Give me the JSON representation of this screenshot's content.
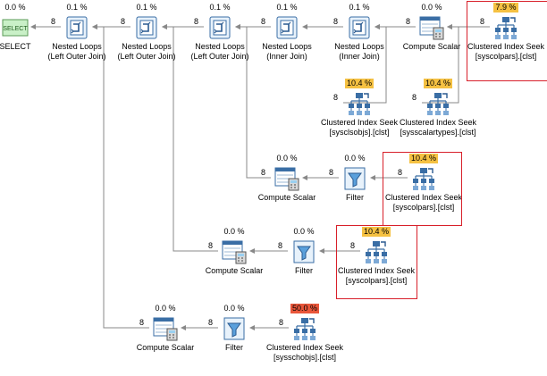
{
  "operators": {
    "select": {
      "cost": "0.0 %",
      "lines": [
        "SELECT"
      ],
      "icon": "select-icon"
    },
    "nl1": {
      "cost": "0.1 %",
      "lines": [
        "Nested Loops",
        "(Left Outer Join)"
      ],
      "icon": "nested-loops-icon"
    },
    "nl2": {
      "cost": "0.1 %",
      "lines": [
        "Nested Loops",
        "(Left Outer Join)"
      ],
      "icon": "nested-loops-icon"
    },
    "nl3": {
      "cost": "0.1 %",
      "lines": [
        "Nested Loops",
        "(Left Outer Join)"
      ],
      "icon": "nested-loops-icon"
    },
    "nl4": {
      "cost": "0.1 %",
      "lines": [
        "Nested Loops",
        "(Inner Join)"
      ],
      "icon": "nested-loops-icon"
    },
    "nl5": {
      "cost": "0.1 %",
      "lines": [
        "Nested Loops",
        "(Inner Join)"
      ],
      "icon": "nested-loops-icon"
    },
    "cs1": {
      "cost": "0.0 %",
      "lines": [
        "Compute Scalar"
      ],
      "icon": "compute-scalar-icon"
    },
    "cis1": {
      "cost": "7.9 %",
      "lines": [
        "Clustered Index Seek",
        "[syscolpars].[clst]"
      ],
      "icon": "clustered-index-seek-icon"
    },
    "cis2": {
      "cost": "10.4 %",
      "lines": [
        "Clustered Index Seek",
        "[sysclsobjs].[clst]"
      ],
      "icon": "clustered-index-seek-icon"
    },
    "cis3": {
      "cost": "10.4 %",
      "lines": [
        "Clustered Index Seek",
        "[sysscalartypes].[clst]"
      ],
      "icon": "clustered-index-seek-icon"
    },
    "cs2": {
      "cost": "0.0 %",
      "lines": [
        "Compute Scalar"
      ],
      "icon": "compute-scalar-icon"
    },
    "f1": {
      "cost": "0.0 %",
      "lines": [
        "Filter"
      ],
      "icon": "filter-icon"
    },
    "cis4": {
      "cost": "10.4 %",
      "lines": [
        "Clustered Index Seek",
        "[syscolpars].[clst]"
      ],
      "icon": "clustered-index-seek-icon"
    },
    "cs3": {
      "cost": "0.0 %",
      "lines": [
        "Compute Scalar"
      ],
      "icon": "compute-scalar-icon"
    },
    "f2": {
      "cost": "0.0 %",
      "lines": [
        "Filter"
      ],
      "icon": "filter-icon"
    },
    "cis5": {
      "cost": "10.4 %",
      "lines": [
        "Clustered Index Seek",
        "[syscolpars].[clst]"
      ],
      "icon": "clustered-index-seek-icon"
    },
    "cs4": {
      "cost": "0.0 %",
      "lines": [
        "Compute Scalar"
      ],
      "icon": "compute-scalar-icon"
    },
    "f3": {
      "cost": "0.0 %",
      "lines": [
        "Filter"
      ],
      "icon": "filter-icon"
    },
    "cis6": {
      "cost": "50.0 %",
      "lines": [
        "Clustered Index Seek",
        "[sysschobjs].[clst]"
      ],
      "icon": "clustered-index-seek-icon"
    }
  },
  "row_count": "8",
  "colors": {
    "cost_warning": "#f5c142",
    "cost_critical": "#e9563a",
    "highlight_border": "#d8202a",
    "link": "#888888"
  }
}
